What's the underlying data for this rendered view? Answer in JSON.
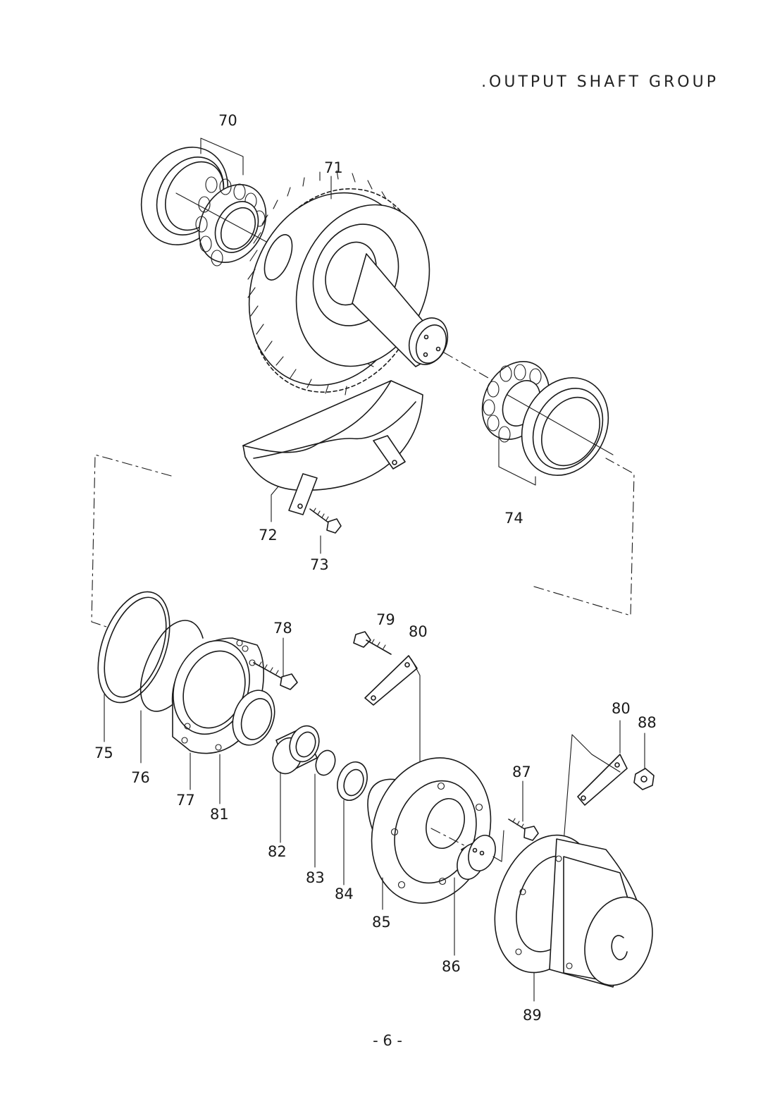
{
  "title": ".OUTPUT SHAFT GROUP",
  "page_number": "- 6 -",
  "labels": {
    "p70": "70",
    "p71": "71",
    "p72": "72",
    "p73": "73",
    "p74": "74",
    "p75": "75",
    "p76": "76",
    "p77": "77",
    "p78": "78",
    "p79": "79",
    "p80a": "80",
    "p80b": "80",
    "p81": "81",
    "p82": "82",
    "p83": "83",
    "p84": "84",
    "p85": "85",
    "p86": "86",
    "p87": "87",
    "p88": "88",
    "p89": "89"
  }
}
